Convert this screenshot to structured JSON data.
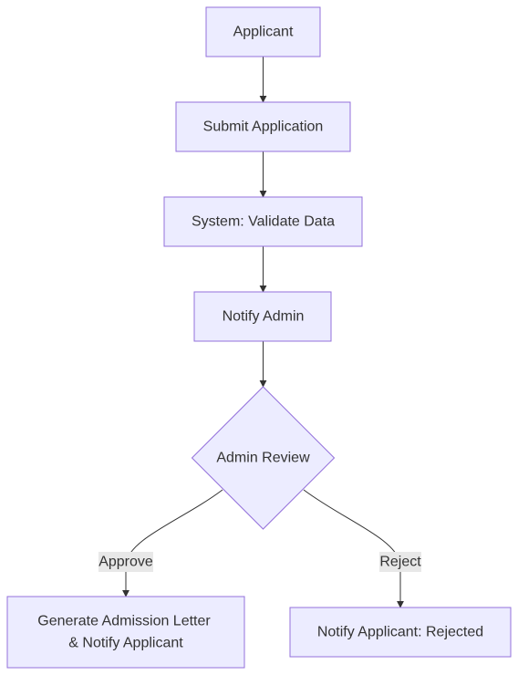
{
  "diagram": {
    "type": "flowchart",
    "direction": "top-down",
    "colors": {
      "node_fill": "#ececff",
      "node_stroke": "#9370db",
      "edge": "#333333",
      "text": "#333333",
      "edge_label_bg": "#e8e8e8"
    },
    "nodes": {
      "applicant": {
        "label": "Applicant",
        "shape": "rect"
      },
      "submit": {
        "label": "Submit Application",
        "shape": "rect"
      },
      "validate": {
        "label": "System: Validate Data",
        "shape": "rect"
      },
      "notify_admin": {
        "label": "Notify Admin",
        "shape": "rect"
      },
      "review": {
        "label": "Admin Review",
        "shape": "diamond"
      },
      "generate": {
        "label_line1": "Generate Admission Letter",
        "label_line2": "& Notify Applicant",
        "shape": "rect"
      },
      "rejected": {
        "label": "Notify Applicant: Rejected",
        "shape": "rect"
      }
    },
    "edges": [
      {
        "from": "applicant",
        "to": "submit",
        "label": ""
      },
      {
        "from": "submit",
        "to": "validate",
        "label": ""
      },
      {
        "from": "validate",
        "to": "notify_admin",
        "label": ""
      },
      {
        "from": "notify_admin",
        "to": "review",
        "label": ""
      },
      {
        "from": "review",
        "to": "generate",
        "label": "Approve"
      },
      {
        "from": "review",
        "to": "rejected",
        "label": "Reject"
      }
    ]
  }
}
